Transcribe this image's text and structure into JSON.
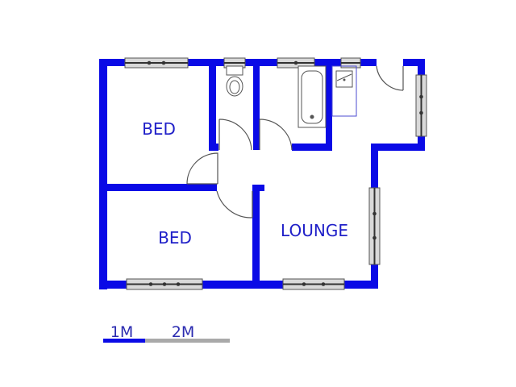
{
  "rooms": {
    "bed_1": "BED",
    "bed_2": "BED",
    "lounge": "LOUNGE"
  },
  "scale_bar": {
    "label_1": "1M",
    "label_2": "2M"
  },
  "colors": {
    "wall": "#0a0ae6",
    "label": "#1f1fc8",
    "fixture": "#6b6b6b",
    "window": "#cfcfcf",
    "scale_grey": "#a9a9a9"
  }
}
